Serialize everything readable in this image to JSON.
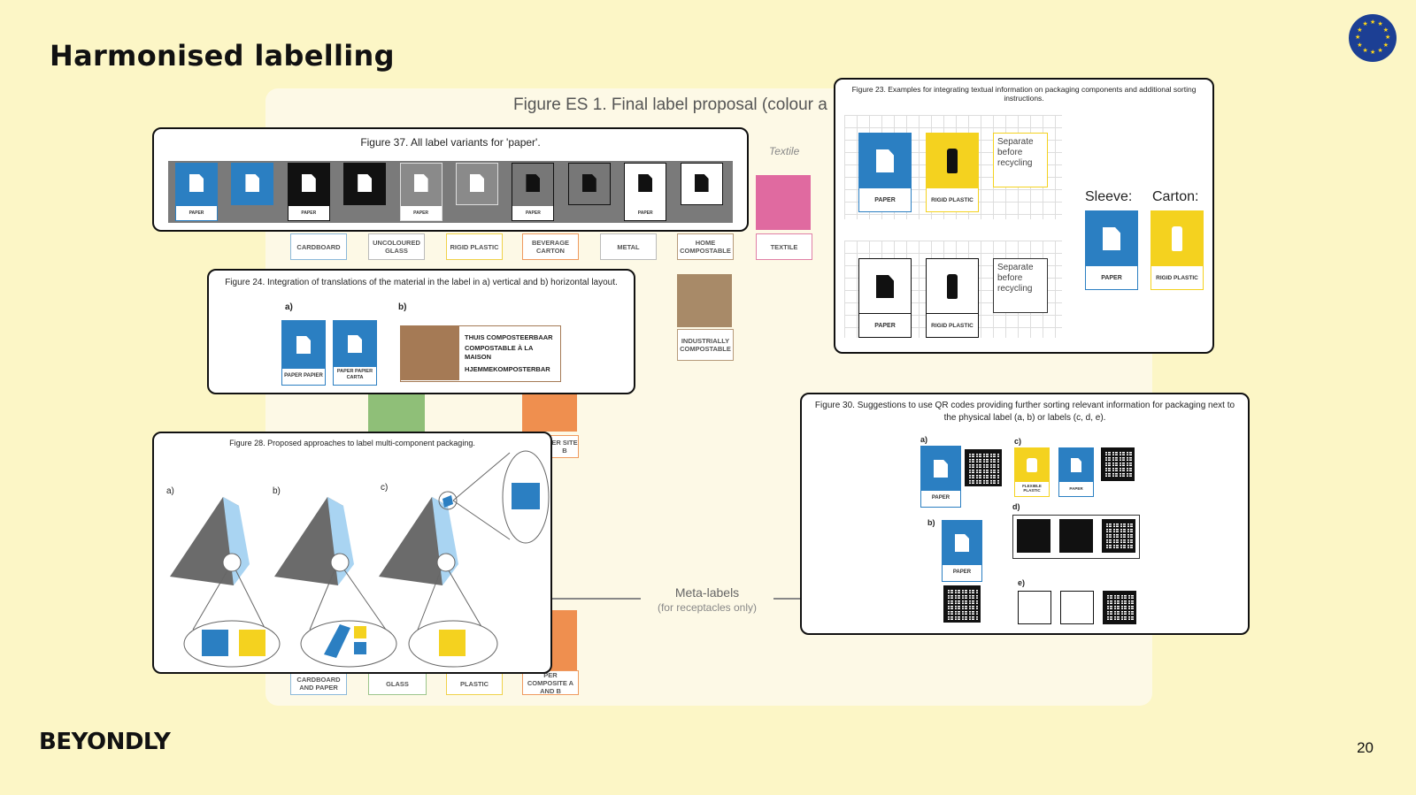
{
  "slide": {
    "title": "Harmonised labelling",
    "page_number": "20",
    "logo_text": "BEYONDLY"
  },
  "background_figure": {
    "title": "Figure ES 1. Final label proposal (colour a",
    "textile_heading": "Textile",
    "labels": {
      "cardboard": "CARDBOARD",
      "uncoloured_glass": "UNCOLOURED GLASS",
      "rigid_plastic": "RIGID PLASTIC",
      "beverage_carton": "BEVERAGE CARTON",
      "metal": "METAL",
      "home_compostable": "HOME COMPOSTABLE",
      "textile": "TEXTILE",
      "industrially_compostable": "INDUSTRIALLY COMPOSTABLE",
      "composite_b": "ER SITE B",
      "cardboard_and_paper": "CARDBOARD AND PAPER",
      "glass": "GLASS",
      "plastic": "PLASTIC",
      "composite_ab": "PER COMPOSITE A AND B"
    },
    "meta_labels": "Meta-labels",
    "meta_labels_sub": "(for receptacles only)"
  },
  "fig37": {
    "caption": "Figure 37. All label variants for 'paper'.",
    "variant_text": "PAPER"
  },
  "fig24": {
    "caption": "Figure 24. Integration of translations of the material in the label in a) vertical and b) horizontal layout.",
    "part_a": "a)",
    "part_b": "b)",
    "label1_text": "PAPER PAPIER",
    "label2_text": "PAPER PAPIER CARTA",
    "compost_lines": [
      "THUIS COMPOSTEERBAAR",
      "COMPOSTABLE À LA MAISON",
      "HJEMMEKOMPOSTERBAR"
    ]
  },
  "fig28": {
    "caption": "Figure 28. Proposed approaches to label multi-component packaging.",
    "part_a": "a)",
    "part_b": "b)",
    "part_c": "c)"
  },
  "fig23": {
    "caption": "Figure 23. Examples for integrating textual information on packaging components and additional sorting instructions.",
    "paper": "PAPER",
    "rigid_plastic": "RIGID PLASTIC",
    "separate_text": "Separate before recycling",
    "sleeve": "Sleeve:",
    "carton": "Carton:"
  },
  "fig30": {
    "caption": "Figure 30. Suggestions to use QR codes providing further sorting relevant information for packaging next to the physical label (a, b) or labels (c, d, e).",
    "part_a": "a)",
    "part_b": "b)",
    "part_c": "c)",
    "part_d": "d)",
    "part_e": "e)",
    "paper": "PAPER",
    "flexible_plastic": "FLEXIBLE PLASTIC"
  },
  "colors": {
    "background": "#fcf6c6",
    "paper_blue": "#2b7fc2",
    "plastic_yellow": "#f4d21f",
    "eu_blue": "#1c3f94"
  }
}
